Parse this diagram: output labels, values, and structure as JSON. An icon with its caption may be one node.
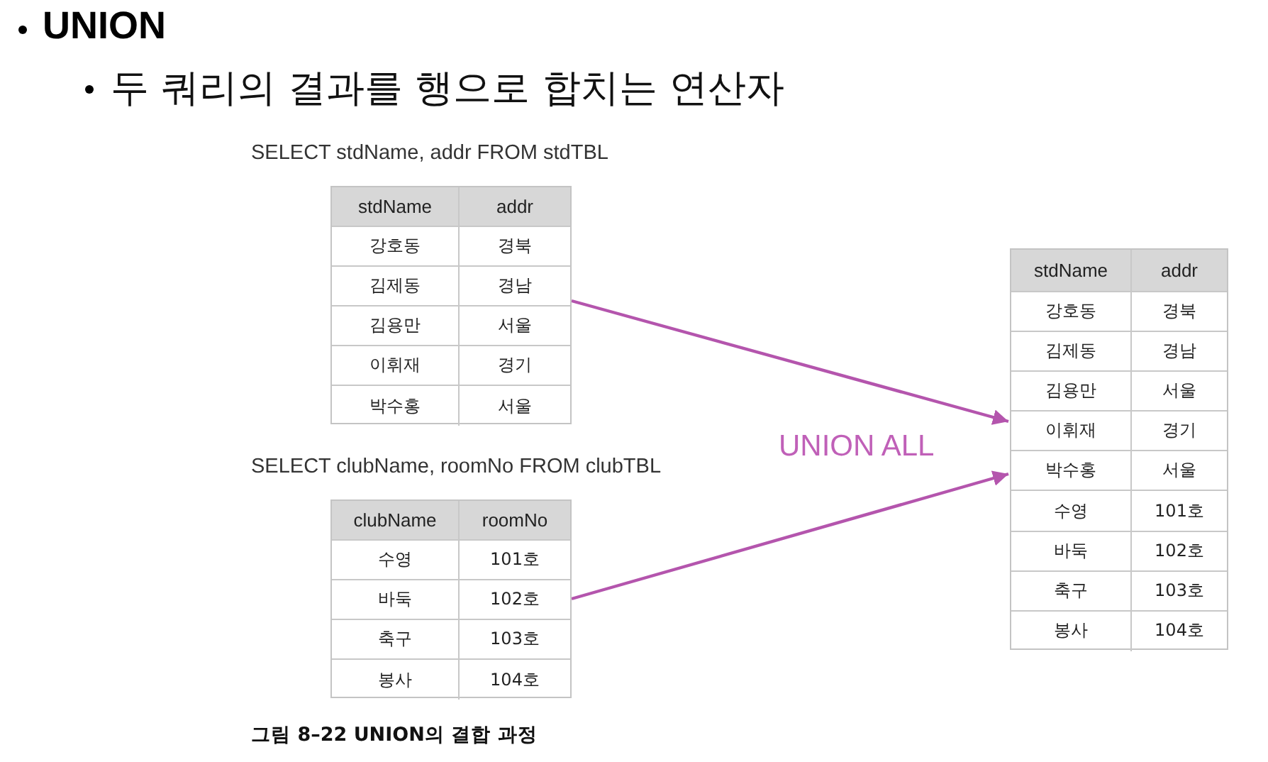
{
  "diagram": {
    "title": "UNION",
    "caption": "그림 8–22 UNION의 결합 과정",
    "nodes": [
      {
        "text": [
          "stdName",
          "addr",
          "강호동",
          "경북",
          "김제동",
          "경남",
          "김용만",
          "서울",
          "이휘재",
          "경기",
          "박수홍",
          "서울"
        ],
        "beside": [
          "SELECT stdName, addr FROM stdTBL"
        ]
      },
      {
        "text": [
          "clubName",
          "roomNo",
          "수영",
          "101호",
          "바둑",
          "102호",
          "축구",
          "103호",
          "봉사",
          "104호"
        ],
        "beside": [
          "SELECT clubName, roomNo FROM clubTBL"
        ]
      },
      {
        "text": [
          "stdName",
          "addr",
          "강호동",
          "경북",
          "김제동",
          "경남",
          "김용만",
          "서울",
          "이휘재",
          "경기",
          "박수홍",
          "서울",
          "수영",
          "101호",
          "바둑",
          "102호",
          "축구",
          "103호",
          "봉사",
          "104호"
        ]
      }
    ],
    "edges": [
      {
        "from": 0,
        "to": 2,
        "arrow": "to"
      },
      {
        "from": 1,
        "to": 2,
        "arrow": "to"
      }
    ],
    "labels": [
      "두 쿼리의 결과를 행으로 합치는 연산자",
      "UNION ALL"
    ]
  }
}
